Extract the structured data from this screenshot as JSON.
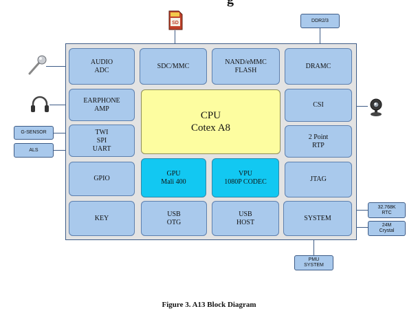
{
  "title_fragment": "g",
  "blocks": {
    "audio_adc": "AUDIO\nADC",
    "sdc_mmc": "SDC/MMC",
    "nand_flash": "NAND/eMMC\nFLASH",
    "dramc": "DRAMC",
    "earphone_amp": "EARPHONE\nAMP",
    "cpu": "CPU\nCotex A8",
    "csi": "CSI",
    "twi_spi_uart": "TWI\nSPI\nUART",
    "rtp": "2 Point\nRTP",
    "gpio": "GPIO",
    "gpu": "GPU\nMali 400",
    "vpu": "VPU\n1080P CODEC",
    "jtag": "JTAG",
    "key": "KEY",
    "usb_otg": "USB\nOTG",
    "usb_host": "USB\nHOST",
    "system": "SYSTEM"
  },
  "external": {
    "ddr": "DDR2/3",
    "g_sensor": "G-SENSOR",
    "als": "ALS",
    "rtc": "32.768K\nRTC",
    "crystal": "24M\nCrystal",
    "pmu": "PMU\nSYSTEM"
  },
  "icons": {
    "sd_card": "SD",
    "microphone": "microphone-icon",
    "headphones": "headphones-icon",
    "webcam": "webcam-icon"
  },
  "caption": "Figure 3. A13 Block Diagram",
  "colors": {
    "block": "#a9c9ec",
    "cpu": "#fdfda0",
    "gpu_vpu": "#12c8f2",
    "frame": "#e3e3e3",
    "line": "#3c5a85"
  }
}
